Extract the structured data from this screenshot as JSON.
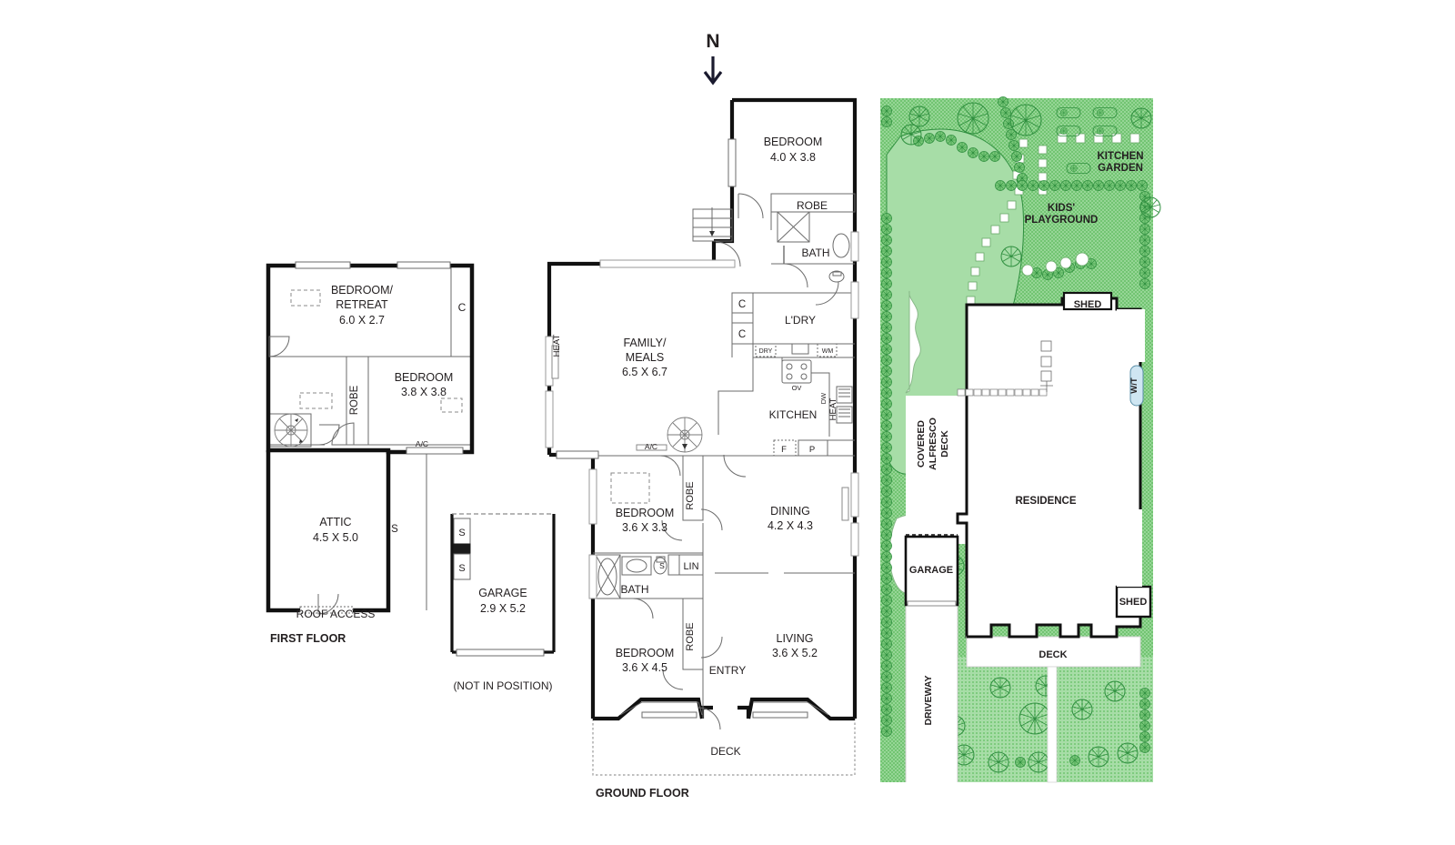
{
  "orientation": {
    "label": "N",
    "icon": "north-arrow-down"
  },
  "plans": [
    {
      "id": "first-floor",
      "title": "FIRST FLOOR",
      "rooms": [
        {
          "name": "BEDROOM/\nRETREAT",
          "line1": "BEDROOM/",
          "line2": "RETREAT",
          "dims": "6.0 X 2.7"
        },
        {
          "name": "BEDROOM",
          "line1": "BEDROOM",
          "dims": "3.8 X 3.8"
        },
        {
          "name": "ATTIC",
          "line1": "ATTIC",
          "dims": "4.5 X 5.0"
        }
      ],
      "labels": [
        {
          "text": "C"
        },
        {
          "text": "ROBE"
        },
        {
          "text": "A/C"
        },
        {
          "text": "S"
        },
        {
          "text": "ROOF ACCESS"
        }
      ]
    },
    {
      "id": "garage-plan",
      "title": "(NOT IN POSITION)",
      "rooms": [
        {
          "name": "GARAGE",
          "line1": "GARAGE",
          "dims": "2.9 X 5.2"
        }
      ],
      "labels": [
        {
          "text": "S"
        },
        {
          "text": "S"
        }
      ]
    },
    {
      "id": "ground-floor",
      "title": "GROUND FLOOR",
      "rooms": [
        {
          "name": "BEDROOM",
          "line1": "BEDROOM",
          "dims": "4.0 X 3.8"
        },
        {
          "name": "FAMILY/\nMEALS",
          "line1": "FAMILY/",
          "line2": "MEALS",
          "dims": "6.5 X 6.7"
        },
        {
          "name": "BEDROOM",
          "line1": "BEDROOM",
          "dims": "3.6 X 3.3"
        },
        {
          "name": "DINING",
          "line1": "DINING",
          "dims": "4.2 X 4.3"
        },
        {
          "name": "BEDROOM",
          "line1": "BEDROOM",
          "dims": "3.6 X 4.5"
        },
        {
          "name": "LIVING",
          "line1": "LIVING",
          "dims": "3.6 X 5.2"
        }
      ],
      "labels": [
        {
          "text": "ROBE"
        },
        {
          "text": "BATH"
        },
        {
          "text": "C"
        },
        {
          "text": "C"
        },
        {
          "text": "L'DRY"
        },
        {
          "text": "DRY"
        },
        {
          "text": "WM"
        },
        {
          "text": "OV"
        },
        {
          "text": "DW"
        },
        {
          "text": "KITCHEN"
        },
        {
          "text": "F"
        },
        {
          "text": "P"
        },
        {
          "text": "HEAT"
        },
        {
          "text": "HEAT"
        },
        {
          "text": "A/C"
        },
        {
          "text": "ROBE"
        },
        {
          "text": "ROBE"
        },
        {
          "text": "S"
        },
        {
          "text": "LIN"
        },
        {
          "text": "BATH"
        },
        {
          "text": "ENTRY"
        },
        {
          "text": "DECK"
        }
      ]
    }
  ],
  "site_plan": {
    "id": "site-plan",
    "labels": [
      {
        "text": "KITCHEN",
        "name": "kitchen-garden-label-line1"
      },
      {
        "text": "GARDEN",
        "name": "kitchen-garden-label-line2"
      },
      {
        "text": "KIDS'",
        "name": "kids-playground-label-line1"
      },
      {
        "text": "PLAYGROUND",
        "name": "kids-playground-label-line2"
      },
      {
        "text": "SHED",
        "name": "shed-north-label"
      },
      {
        "text": "W/T",
        "name": "water-tank-label"
      },
      {
        "text": "RESIDENCE",
        "name": "residence-label"
      },
      {
        "text": "COVERED",
        "name": "alfresco-label-line1"
      },
      {
        "text": "ALFRESCO",
        "name": "alfresco-label-line2"
      },
      {
        "text": "DECK",
        "name": "alfresco-label-line3"
      },
      {
        "text": "GARAGE",
        "name": "site-garage-label"
      },
      {
        "text": "SHED",
        "name": "shed-south-label"
      },
      {
        "text": "DECK",
        "name": "site-deck-label"
      },
      {
        "text": "DRIVEWAY",
        "name": "driveway-label"
      }
    ],
    "colors": {
      "lawn": "#8ed28e",
      "lawn_dark": "#5cb85c",
      "outline": "#2e7d32",
      "building_fill": "#ffffff",
      "wall": "#000000"
    }
  },
  "style": {
    "wall_color": "#1a1a1a",
    "thin_line": "#555555",
    "text_color": "#231f20"
  }
}
